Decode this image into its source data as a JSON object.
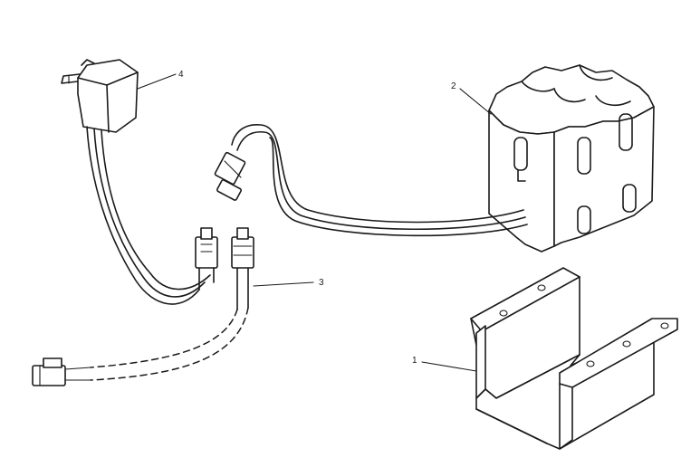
{
  "callouts": {
    "bracket": "1",
    "battery_pack": "2",
    "charger_cord": "3",
    "charger": "4"
  }
}
